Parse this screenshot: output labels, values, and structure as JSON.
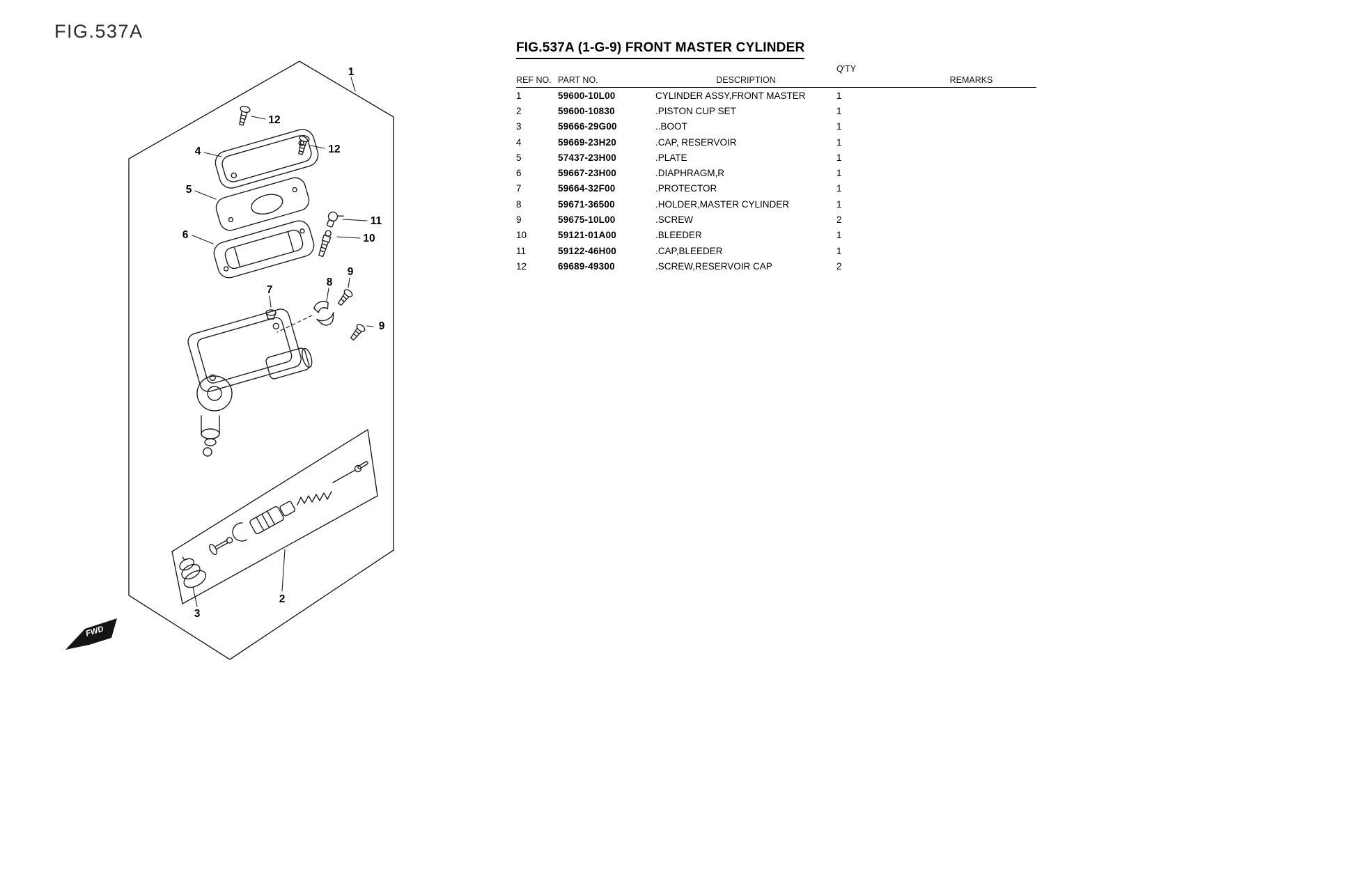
{
  "page": {
    "fig_label": "FIG.537A"
  },
  "parts_table": {
    "title": "FIG.537A (1-G-9) FRONT MASTER CYLINDER",
    "headers": {
      "ref": "REF NO.",
      "part": "PART NO.",
      "description": "DESCRIPTION",
      "qty": "Q'TY",
      "remarks": "REMARKS"
    },
    "rows": [
      {
        "ref": "1",
        "part": "59600-10L00",
        "description": "CYLINDER ASSY,FRONT MASTER",
        "qty": "1",
        "remarks": ""
      },
      {
        "ref": "2",
        "part": "59600-10830",
        "description": ".PISTON CUP SET",
        "qty": "1",
        "remarks": ""
      },
      {
        "ref": "3",
        "part": "59666-29G00",
        "description": "..BOOT",
        "qty": "1",
        "remarks": ""
      },
      {
        "ref": "4",
        "part": "59669-23H20",
        "description": ".CAP, RESERVOIR",
        "qty": "1",
        "remarks": ""
      },
      {
        "ref": "5",
        "part": "57437-23H00",
        "description": ".PLATE",
        "qty": "1",
        "remarks": ""
      },
      {
        "ref": "6",
        "part": "59667-23H00",
        "description": ".DIAPHRAGM,R",
        "qty": "1",
        "remarks": ""
      },
      {
        "ref": "7",
        "part": "59664-32F00",
        "description": ".PROTECTOR",
        "qty": "1",
        "remarks": ""
      },
      {
        "ref": "8",
        "part": "59671-36500",
        "description": ".HOLDER,MASTER CYLINDER",
        "qty": "1",
        "remarks": ""
      },
      {
        "ref": "9",
        "part": "59675-10L00",
        "description": ".SCREW",
        "qty": "2",
        "remarks": ""
      },
      {
        "ref": "10",
        "part": "59121-01A00",
        "description": ".BLEEDER",
        "qty": "1",
        "remarks": ""
      },
      {
        "ref": "11",
        "part": "59122-46H00",
        "description": ".CAP,BLEEDER",
        "qty": "1",
        "remarks": ""
      },
      {
        "ref": "12",
        "part": "69689-49300",
        "description": ".SCREW,RESERVOIR CAP",
        "qty": "2",
        "remarks": ""
      }
    ]
  },
  "diagram": {
    "callouts": {
      "n1": "1",
      "n12a": "12",
      "n12b": "12",
      "n4": "4",
      "n5": "5",
      "n6": "6",
      "n11": "11",
      "n10": "10",
      "n7": "7",
      "n8": "8",
      "n9a": "9",
      "n9b": "9",
      "n2": "2",
      "n3": "3"
    },
    "fwd": "FWD"
  }
}
